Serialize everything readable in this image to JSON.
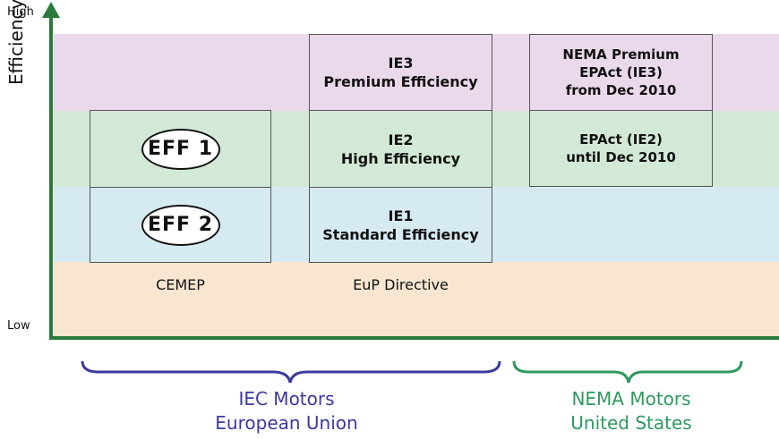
{
  "axis": {
    "title": "Efficiency",
    "high_label": "High",
    "low_label": "Low",
    "color": "#2a7a3a"
  },
  "bands": {
    "premium_color": "#ead9ea",
    "high_color": "#d3e9d7",
    "standard_color": "#d6eaf1",
    "low_color": "#f8e6d1"
  },
  "columns": {
    "cemep": {
      "label": "CEMEP",
      "eff1": "EFF 1",
      "eff2": "EFF 2"
    },
    "eup": {
      "label": "EuP Directive",
      "ie3": "IE3\nPremium Efficiency",
      "ie2": "IE2\nHigh Efficiency",
      "ie1": "IE1\nStandard Efficiency"
    },
    "nema": {
      "premium": "NEMA Premium\nEPAct (IE3)\nfrom Dec 2010",
      "epact": "EPAct (IE2)\nuntil Dec 2010"
    }
  },
  "groups": {
    "iec": {
      "line1": "IEC Motors",
      "line2": "European Union",
      "color": "#3a3aa0"
    },
    "nema": {
      "line1": "NEMA Motors",
      "line2": "United States",
      "color": "#2e9a5e"
    }
  }
}
